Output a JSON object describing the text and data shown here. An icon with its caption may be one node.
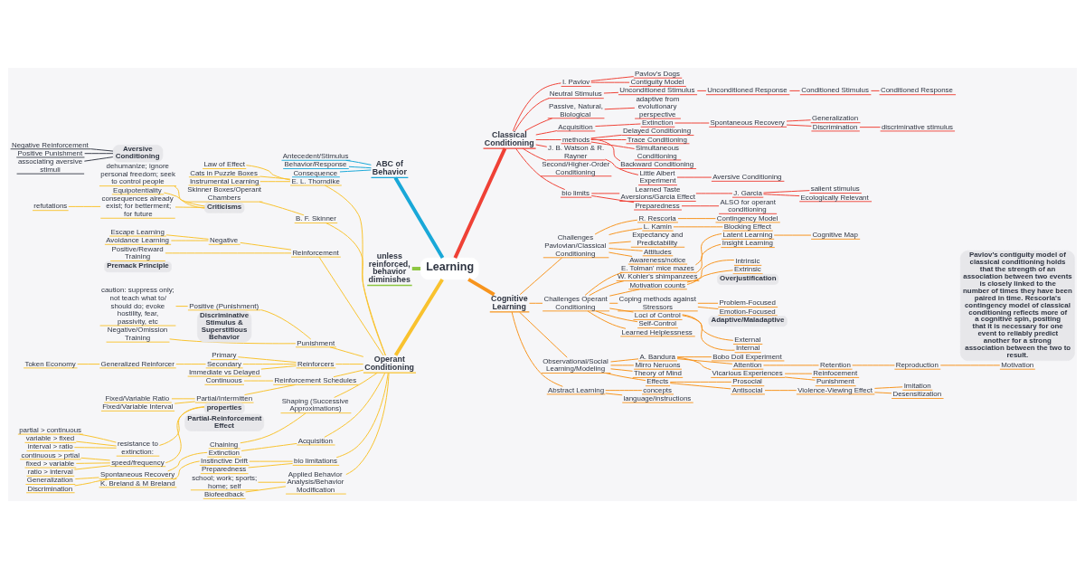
{
  "diagram": {
    "nodes": [
      {
        "text": [
          "Learning"
        ]
      },
      {
        "text": [
          "ABC of Behavior"
        ]
      },
      {
        "text": [
          "Antecedent/Stimulus"
        ]
      },
      {
        "text": [
          "Behavior/Response"
        ]
      },
      {
        "text": [
          "Consequence"
        ]
      },
      {
        "text": [
          "unless reinforced, behavior diminishes"
        ]
      },
      {
        "text": [
          "Operant Conditioning"
        ]
      },
      {
        "text": [
          "E. L. Thorndike"
        ]
      },
      {
        "text": [
          "Law of Effect"
        ]
      },
      {
        "text": [
          "Cats in Puzzle Boxes"
        ]
      },
      {
        "text": [
          "Instrumental Learning"
        ]
      },
      {
        "text": [
          "B. F. Skinner"
        ]
      },
      {
        "text": [
          "Skinner Boxes/Operant Chambers"
        ]
      },
      {
        "text": [
          "Reinforcement"
        ]
      },
      {
        "text": [
          "Positive/Reward Training"
        ]
      },
      {
        "text": [
          "Negative"
        ]
      },
      {
        "text": [
          "Escape Learning"
        ]
      },
      {
        "text": [
          "Avoidance Learning"
        ]
      },
      {
        "text": [
          "Punishment"
        ]
      },
      {
        "text": [
          "Positive (Punishment)"
        ]
      },
      {
        "text": [
          "caution: suppress only; not teach what to/ should do; evoke hostility, fear, passivity, etc"
        ]
      },
      {
        "text": [
          "Negative/Omission Training"
        ]
      },
      {
        "text": [
          "Reinforcers"
        ]
      },
      {
        "text": [
          "Primary"
        ]
      },
      {
        "text": [
          "Secondary"
        ]
      },
      {
        "text": [
          "Generalized Reinforcer"
        ]
      },
      {
        "text": [
          "Token Economy"
        ]
      },
      {
        "text": [
          "Immediate vs Delayed"
        ]
      },
      {
        "text": [
          "Reinforcement Schedules"
        ]
      },
      {
        "text": [
          "Continuous"
        ]
      },
      {
        "text": [
          "Partial/Intermitten"
        ]
      },
      {
        "text": [
          "Fixed/Variable Ratio"
        ]
      },
      {
        "text": [
          "Fixed/Variable Interval"
        ]
      },
      {
        "text": [
          "Shaping (Successive Approximations)"
        ]
      },
      {
        "text": [
          "Chaining"
        ]
      },
      {
        "text": [
          "Acquisition"
        ]
      },
      {
        "text": [
          "Extinction"
        ]
      },
      {
        "text": [
          "Spontaneous Recovery"
        ]
      },
      {
        "text": [
          "Generalization"
        ]
      },
      {
        "text": [
          "Discrimination"
        ]
      },
      {
        "text": [
          "bio limitations"
        ]
      },
      {
        "text": [
          "Instinctive Drift"
        ]
      },
      {
        "text": [
          "K. Breland & M Breland"
        ]
      },
      {
        "text": [
          "Preparedness"
        ]
      },
      {
        "text": [
          "Applied Behavior Analysis/Behavior Modification"
        ]
      },
      {
        "text": [
          "school; work; sports; home; self"
        ]
      },
      {
        "text": [
          "Biofeedback"
        ]
      },
      {
        "text": [
          "Criticisms"
        ]
      },
      {
        "text": [
          "dehumanize; ignore personal freedom; seek to control people"
        ]
      },
      {
        "text": [
          "Equipotentiality"
        ]
      },
      {
        "text": [
          "consequences already exist; for betterment; for future"
        ]
      },
      {
        "text": [
          "refutations"
        ]
      },
      {
        "text": [
          "Premack Principle"
        ]
      },
      {
        "text": [
          "Discriminative Stimulus & Superstitious Behavior"
        ]
      },
      {
        "text": [
          "Aversive Conditioning"
        ]
      },
      {
        "text": [
          "Negative Reinforcement"
        ]
      },
      {
        "text": [
          "Positive Punishment"
        ]
      },
      {
        "text": [
          "associating aversive stimuli"
        ]
      },
      {
        "text": [
          "properties"
        ]
      },
      {
        "text": [
          "resistance to extinction:"
        ]
      },
      {
        "text": [
          "partial > continuous"
        ]
      },
      {
        "text": [
          "variable > fixed"
        ]
      },
      {
        "text": [
          "interval > ratio"
        ]
      },
      {
        "text": [
          "speed/frequency"
        ]
      },
      {
        "text": [
          "continuous > prtial"
        ]
      },
      {
        "text": [
          "fixed > variable"
        ]
      },
      {
        "text": [
          "ratio > interval"
        ]
      },
      {
        "text": [
          "Partial-Reinforcement Effect"
        ]
      },
      {
        "text": [
          "Classical Conditioning"
        ]
      },
      {
        "text": [
          "I. Pavlov"
        ]
      },
      {
        "text": [
          "Pavlov's Dogs"
        ]
      },
      {
        "text": [
          "Contiguity Model"
        ]
      },
      {
        "text": [
          "Neutral Stimulus"
        ]
      },
      {
        "text": [
          "Unconditioned Stimulus"
        ]
      },
      {
        "text": [
          "Unconditioned Response"
        ]
      },
      {
        "text": [
          "Conditioned Stimulus"
        ]
      },
      {
        "text": [
          "Conditioned Response"
        ]
      },
      {
        "text": [
          "Passive, Natural, Biological"
        ]
      },
      {
        "text": [
          "adaptive from evolutionary perspective"
        ]
      },
      {
        "text": [
          "Acquisition"
        ]
      },
      {
        "text": [
          "Extinction"
        ]
      },
      {
        "text": [
          "Spontaneous Recovery"
        ]
      },
      {
        "text": [
          "Generalization"
        ]
      },
      {
        "text": [
          "Discrimination"
        ]
      },
      {
        "text": [
          "discriminative stimulus"
        ]
      },
      {
        "text": [
          "methods"
        ]
      },
      {
        "text": [
          "Delayed Conditioning"
        ]
      },
      {
        "text": [
          "Trace Conditioning"
        ]
      },
      {
        "text": [
          "Simultaneous Conditioning"
        ]
      },
      {
        "text": [
          "Backward Conditioning"
        ]
      },
      {
        "text": [
          "J. B. Watson & R. Rayner"
        ]
      },
      {
        "text": [
          "Little Albert Experiment"
        ]
      },
      {
        "text": [
          "Aversive Conditioning"
        ]
      },
      {
        "text": [
          "Second/Higher-Order Conditioning"
        ]
      },
      {
        "text": [
          "bio limits"
        ]
      },
      {
        "text": [
          "Learned Taste Aversions/Garcia Effect"
        ]
      },
      {
        "text": [
          "J. Garcia"
        ]
      },
      {
        "text": [
          "salient stimulus"
        ]
      },
      {
        "text": [
          "Ecologically Relevant"
        ]
      },
      {
        "text": [
          "Preparedness"
        ]
      },
      {
        "text": [
          "ALSO for operant conditioning"
        ]
      },
      {
        "text": [
          "Pavlov's contiguity model of classical conditioning holds that the strength of an association between two events is closely linked to the number of times they have been paired in time. Rescorla's contingency model of classical conditioning reflects more of a cognitive spin, positing that it is necessary for one event to reliably predict another for a strong association between the two to result."
        ]
      },
      {
        "text": [
          "Cognitive Learning"
        ]
      },
      {
        "text": [
          "Challenges Pavlovian/Classical Conditioning"
        ]
      },
      {
        "text": [
          "R. Rescorla"
        ]
      },
      {
        "text": [
          "Contingency Model"
        ]
      },
      {
        "text": [
          "L. Kamin"
        ]
      },
      {
        "text": [
          "Blocking Effect"
        ]
      },
      {
        "text": [
          "Expectancy and Predictability"
        ]
      },
      {
        "text": [
          "Attitudes"
        ]
      },
      {
        "text": [
          "Awareness/notice"
        ]
      },
      {
        "text": [
          "Challenges Operant Conditioning"
        ]
      },
      {
        "text": [
          "E. Tolman' mice mazes"
        ]
      },
      {
        "text": [
          "Latent Learning"
        ]
      },
      {
        "text": [
          "Cognitive Map"
        ]
      },
      {
        "text": [
          "W. Kohler's shimpanzees"
        ]
      },
      {
        "text": [
          "Insight Learning"
        ]
      },
      {
        "text": [
          "Motivation counts"
        ]
      },
      {
        "text": [
          "Intrinsic"
        ]
      },
      {
        "text": [
          "Extrinsic"
        ]
      },
      {
        "text": [
          "Overjustification"
        ]
      },
      {
        "text": [
          "Coping methods against Stressors"
        ]
      },
      {
        "text": [
          "Problem-Focused"
        ]
      },
      {
        "text": [
          "Emotion-Focused"
        ]
      },
      {
        "text": [
          "Adaptive/Maladaptive"
        ]
      },
      {
        "text": [
          "Loci of Control"
        ]
      },
      {
        "text": [
          "External"
        ]
      },
      {
        "text": [
          "Internal"
        ]
      },
      {
        "text": [
          "Self-Control"
        ]
      },
      {
        "text": [
          "Learned Helplessness"
        ]
      },
      {
        "text": [
          "Observational/Social Learning/Modeling"
        ]
      },
      {
        "text": [
          "A. Bandura"
        ]
      },
      {
        "text": [
          "Bobo Doll Experiment"
        ]
      },
      {
        "text": [
          "Attention"
        ]
      },
      {
        "text": [
          "Retention"
        ]
      },
      {
        "text": [
          "Reproduction"
        ]
      },
      {
        "text": [
          "Motivation"
        ]
      },
      {
        "text": [
          "Vicarious Experiences"
        ]
      },
      {
        "text": [
          "Reinfocement"
        ]
      },
      {
        "text": [
          "Punishment"
        ]
      },
      {
        "text": [
          "Mirro Neruons"
        ]
      },
      {
        "text": [
          "Theory of Mind"
        ]
      },
      {
        "text": [
          "Effects"
        ]
      },
      {
        "text": [
          "Prosocial"
        ]
      },
      {
        "text": [
          "Antisocial"
        ]
      },
      {
        "text": [
          "Violence-Viewing Effect"
        ]
      },
      {
        "text": [
          "Imitation"
        ]
      },
      {
        "text": [
          "Desensitization"
        ]
      },
      {
        "text": [
          "Abstract Learning"
        ]
      },
      {
        "text": [
          "concepts"
        ]
      },
      {
        "text": [
          "language/instructions"
        ]
      }
    ],
    "edges": [
      {
        "from": 1,
        "to": 0,
        "arrow": "none",
        "style": "thick",
        "color": "#19a8d8"
      },
      {
        "from": 2,
        "to": 1,
        "arrow": "none",
        "color": "#19a8d8"
      },
      {
        "from": 3,
        "to": 1,
        "arrow": "none",
        "color": "#19a8d8"
      },
      {
        "from": 4,
        "to": 1,
        "arrow": "none",
        "color": "#19a8d8"
      },
      {
        "from": 5,
        "to": 0,
        "arrow": "none",
        "style": "thick",
        "color": "#8dc641"
      },
      {
        "from": 6,
        "to": 0,
        "arrow": "none",
        "style": "thick"
      },
      {
        "from": 7,
        "to": 6,
        "arrow": "none"
      },
      {
        "from": 8,
        "to": 7,
        "arrow": "none"
      },
      {
        "from": 9,
        "to": 7,
        "arrow": "none"
      },
      {
        "from": 10,
        "to": 7,
        "arrow": "none"
      },
      {
        "from": 11,
        "to": 6,
        "arrow": "none"
      },
      {
        "from": 12,
        "to": 11,
        "arrow": "none"
      },
      {
        "from": 13,
        "to": 6,
        "arrow": "none"
      },
      {
        "from": 14,
        "to": 13,
        "arrow": "none"
      },
      {
        "from": 15,
        "to": 13,
        "arrow": "none"
      },
      {
        "from": 16,
        "to": 15,
        "arrow": "none"
      },
      {
        "from": 17,
        "to": 15,
        "arrow": "none"
      },
      {
        "from": 18,
        "to": 6,
        "arrow": "none"
      },
      {
        "from": 19,
        "to": 18,
        "arrow": "none"
      },
      {
        "from": 20,
        "to": 19,
        "arrow": "none"
      },
      {
        "from": 21,
        "to": 18,
        "arrow": "none"
      },
      {
        "from": 22,
        "to": 6,
        "arrow": "none"
      },
      {
        "from": 23,
        "to": 22,
        "arrow": "none"
      },
      {
        "from": 24,
        "to": 22,
        "arrow": "none"
      },
      {
        "from": 25,
        "to": 24,
        "arrow": "none"
      },
      {
        "from": 26,
        "to": 25,
        "arrow": "none"
      },
      {
        "from": 27,
        "to": 22,
        "arrow": "none"
      },
      {
        "from": 28,
        "to": 6,
        "arrow": "none"
      },
      {
        "from": 29,
        "to": 28,
        "arrow": "none"
      },
      {
        "from": 30,
        "to": 28,
        "arrow": "none"
      },
      {
        "from": 31,
        "to": 30,
        "arrow": "none"
      },
      {
        "from": 32,
        "to": 30,
        "arrow": "none"
      },
      {
        "from": 33,
        "to": 6,
        "arrow": "none"
      },
      {
        "from": 34,
        "to": 33,
        "arrow": "none"
      },
      {
        "from": 35,
        "to": 6,
        "arrow": "none"
      },
      {
        "from": 36,
        "to": 35,
        "arrow": "none"
      },
      {
        "from": 37,
        "to": 36,
        "arrow": "none"
      },
      {
        "from": 38,
        "to": 37,
        "arrow": "none"
      },
      {
        "from": 39,
        "to": 37,
        "arrow": "none"
      },
      {
        "from": 40,
        "to": 6,
        "arrow": "none"
      },
      {
        "from": 41,
        "to": 40,
        "arrow": "none"
      },
      {
        "from": 42,
        "to": 41,
        "arrow": "none"
      },
      {
        "from": 43,
        "to": 40,
        "arrow": "none"
      },
      {
        "from": 44,
        "to": 6,
        "arrow": "none"
      },
      {
        "from": 45,
        "to": 44,
        "arrow": "none"
      },
      {
        "from": 46,
        "to": 44,
        "arrow": "none"
      },
      {
        "from": 48,
        "to": 47,
        "arrow": "none"
      },
      {
        "from": 49,
        "to": 47,
        "arrow": "none"
      },
      {
        "from": 50,
        "to": 47,
        "arrow": "none"
      },
      {
        "from": 51,
        "to": 50,
        "arrow": "none"
      },
      {
        "from": 55,
        "to": 54,
        "arrow": "none",
        "color": "#3a3f4b"
      },
      {
        "from": 56,
        "to": 54,
        "arrow": "none",
        "color": "#3a3f4b"
      },
      {
        "from": 57,
        "to": 54,
        "arrow": "none",
        "color": "#3a3f4b"
      },
      {
        "from": 59,
        "to": 58,
        "arrow": "none"
      },
      {
        "from": 60,
        "to": 59,
        "arrow": "none"
      },
      {
        "from": 61,
        "to": 59,
        "arrow": "none"
      },
      {
        "from": 62,
        "to": 59,
        "arrow": "none"
      },
      {
        "from": 63,
        "to": 58,
        "arrow": "none"
      },
      {
        "from": 64,
        "to": 63,
        "arrow": "none"
      },
      {
        "from": 65,
        "to": 63,
        "arrow": "none"
      },
      {
        "from": 66,
        "to": 63,
        "arrow": "none"
      },
      {
        "from": 0,
        "to": 68,
        "arrow": "none",
        "style": "thick",
        "color": "#ef4136"
      },
      {
        "from": 68,
        "to": 69,
        "arrow": "none",
        "color": "#ef4136"
      },
      {
        "from": 69,
        "to": 70,
        "arrow": "none",
        "color": "#ef4136"
      },
      {
        "from": 69,
        "to": 71,
        "arrow": "none",
        "color": "#ef4136"
      },
      {
        "from": 68,
        "to": 72,
        "arrow": "none",
        "color": "#ef4136"
      },
      {
        "from": 72,
        "to": 73,
        "arrow": "none",
        "color": "#ef4136"
      },
      {
        "from": 73,
        "to": 74,
        "arrow": "none",
        "color": "#ef4136"
      },
      {
        "from": 74,
        "to": 75,
        "arrow": "none",
        "color": "#ef4136"
      },
      {
        "from": 75,
        "to": 76,
        "arrow": "none",
        "color": "#ef4136"
      },
      {
        "from": 68,
        "to": 77,
        "arrow": "none",
        "color": "#ef4136"
      },
      {
        "from": 77,
        "to": 78,
        "arrow": "none",
        "color": "#ef4136"
      },
      {
        "from": 68,
        "to": 79,
        "arrow": "none",
        "color": "#ef4136"
      },
      {
        "from": 79,
        "to": 80,
        "arrow": "none",
        "color": "#ef4136"
      },
      {
        "from": 80,
        "to": 81,
        "arrow": "none",
        "color": "#ef4136"
      },
      {
        "from": 81,
        "to": 82,
        "arrow": "none",
        "color": "#ef4136"
      },
      {
        "from": 81,
        "to": 83,
        "arrow": "none",
        "color": "#ef4136"
      },
      {
        "from": 83,
        "to": 84,
        "arrow": "none",
        "color": "#ef4136"
      },
      {
        "from": 68,
        "to": 85,
        "arrow": "none",
        "color": "#ef4136"
      },
      {
        "from": 85,
        "to": 86,
        "arrow": "none",
        "color": "#ef4136"
      },
      {
        "from": 85,
        "to": 87,
        "arrow": "none",
        "color": "#ef4136"
      },
      {
        "from": 85,
        "to": 88,
        "arrow": "none",
        "color": "#ef4136"
      },
      {
        "from": 85,
        "to": 89,
        "arrow": "none",
        "color": "#ef4136"
      },
      {
        "from": 68,
        "to": 90,
        "arrow": "none",
        "color": "#ef4136"
      },
      {
        "from": 90,
        "to": 91,
        "arrow": "none",
        "color": "#ef4136"
      },
      {
        "from": 91,
        "to": 92,
        "arrow": "none",
        "color": "#ef4136"
      },
      {
        "from": 68,
        "to": 93,
        "arrow": "none",
        "color": "#ef4136"
      },
      {
        "from": 68,
        "to": 94,
        "arrow": "none",
        "color": "#ef4136"
      },
      {
        "from": 94,
        "to": 95,
        "arrow": "none",
        "color": "#ef4136"
      },
      {
        "from": 95,
        "to": 96,
        "arrow": "none",
        "color": "#ef4136"
      },
      {
        "from": 96,
        "to": 97,
        "arrow": "none",
        "color": "#ef4136"
      },
      {
        "from": 96,
        "to": 98,
        "arrow": "none",
        "color": "#ef4136"
      },
      {
        "from": 94,
        "to": 99,
        "arrow": "none",
        "color": "#ef4136"
      },
      {
        "from": 99,
        "to": 100,
        "arrow": "none",
        "color": "#ef4136"
      },
      {
        "from": 0,
        "to": 102,
        "arrow": "none",
        "style": "thick",
        "color": "#f7941d"
      },
      {
        "from": 102,
        "to": 103,
        "arrow": "none",
        "color": "#f7941d"
      },
      {
        "from": 103,
        "to": 104,
        "arrow": "none",
        "color": "#f7941d"
      },
      {
        "from": 104,
        "to": 105,
        "arrow": "none",
        "color": "#f7941d"
      },
      {
        "from": 103,
        "to": 106,
        "arrow": "none",
        "color": "#f7941d"
      },
      {
        "from": 106,
        "to": 107,
        "arrow": "none",
        "color": "#f7941d"
      },
      {
        "from": 103,
        "to": 108,
        "arrow": "none",
        "color": "#f7941d"
      },
      {
        "from": 103,
        "to": 109,
        "arrow": "none",
        "color": "#f7941d"
      },
      {
        "from": 103,
        "to": 110,
        "arrow": "none",
        "color": "#f7941d"
      },
      {
        "from": 102,
        "to": 111,
        "arrow": "none",
        "color": "#f7941d"
      },
      {
        "from": 111,
        "to": 112,
        "arrow": "none",
        "color": "#f7941d"
      },
      {
        "from": 112,
        "to": 113,
        "arrow": "none",
        "color": "#f7941d"
      },
      {
        "from": 113,
        "to": 114,
        "arrow": "none",
        "color": "#f7941d"
      },
      {
        "from": 111,
        "to": 115,
        "arrow": "none",
        "color": "#f7941d"
      },
      {
        "from": 115,
        "to": 116,
        "arrow": "none",
        "color": "#f7941d"
      },
      {
        "from": 111,
        "to": 117,
        "arrow": "none",
        "color": "#f7941d"
      },
      {
        "from": 117,
        "to": 118,
        "arrow": "none",
        "color": "#f7941d"
      },
      {
        "from": 117,
        "to": 119,
        "arrow": "none",
        "color": "#f7941d"
      },
      {
        "from": 111,
        "to": 121,
        "arrow": "none",
        "color": "#f7941d"
      },
      {
        "from": 121,
        "to": 122,
        "arrow": "none",
        "color": "#f7941d"
      },
      {
        "from": 121,
        "to": 123,
        "arrow": "none",
        "color": "#f7941d"
      },
      {
        "from": 111,
        "to": 125,
        "arrow": "none",
        "color": "#f7941d"
      },
      {
        "from": 125,
        "to": 126,
        "arrow": "none",
        "color": "#f7941d"
      },
      {
        "from": 125,
        "to": 127,
        "arrow": "none",
        "color": "#f7941d"
      },
      {
        "from": 111,
        "to": 128,
        "arrow": "none",
        "color": "#f7941d"
      },
      {
        "from": 111,
        "to": 129,
        "arrow": "none",
        "color": "#f7941d"
      },
      {
        "from": 102,
        "to": 130,
        "arrow": "none",
        "color": "#f7941d"
      },
      {
        "from": 130,
        "to": 131,
        "arrow": "none",
        "color": "#f7941d"
      },
      {
        "from": 131,
        "to": 132,
        "arrow": "none",
        "color": "#f7941d"
      },
      {
        "from": 131,
        "to": 133,
        "arrow": "none",
        "color": "#f7941d"
      },
      {
        "from": 133,
        "to": 134,
        "arrow": "none",
        "color": "#f7941d"
      },
      {
        "from": 134,
        "to": 135,
        "arrow": "none",
        "color": "#f7941d"
      },
      {
        "from": 135,
        "to": 136,
        "arrow": "none",
        "color": "#f7941d"
      },
      {
        "from": 131,
        "to": 137,
        "arrow": "none",
        "color": "#f7941d"
      },
      {
        "from": 137,
        "to": 138,
        "arrow": "none",
        "color": "#f7941d"
      },
      {
        "from": 137,
        "to": 139,
        "arrow": "none",
        "color": "#f7941d"
      },
      {
        "from": 130,
        "to": 140,
        "arrow": "none",
        "color": "#f7941d"
      },
      {
        "from": 130,
        "to": 141,
        "arrow": "none",
        "color": "#f7941d"
      },
      {
        "from": 130,
        "to": 142,
        "arrow": "none",
        "color": "#f7941d"
      },
      {
        "from": 142,
        "to": 143,
        "arrow": "none",
        "color": "#f7941d"
      },
      {
        "from": 142,
        "to": 144,
        "arrow": "none",
        "color": "#f7941d"
      },
      {
        "from": 144,
        "to": 145,
        "arrow": "none",
        "color": "#f7941d"
      },
      {
        "from": 145,
        "to": 146,
        "arrow": "none",
        "color": "#f7941d"
      },
      {
        "from": 145,
        "to": 147,
        "arrow": "none",
        "color": "#f7941d"
      },
      {
        "from": 102,
        "to": 148,
        "arrow": "none",
        "color": "#f7941d"
      },
      {
        "from": 148,
        "to": 149,
        "arrow": "none",
        "color": "#f7941d"
      },
      {
        "from": 148,
        "to": 150,
        "arrow": "none",
        "color": "#f7941d"
      }
    ]
  }
}
